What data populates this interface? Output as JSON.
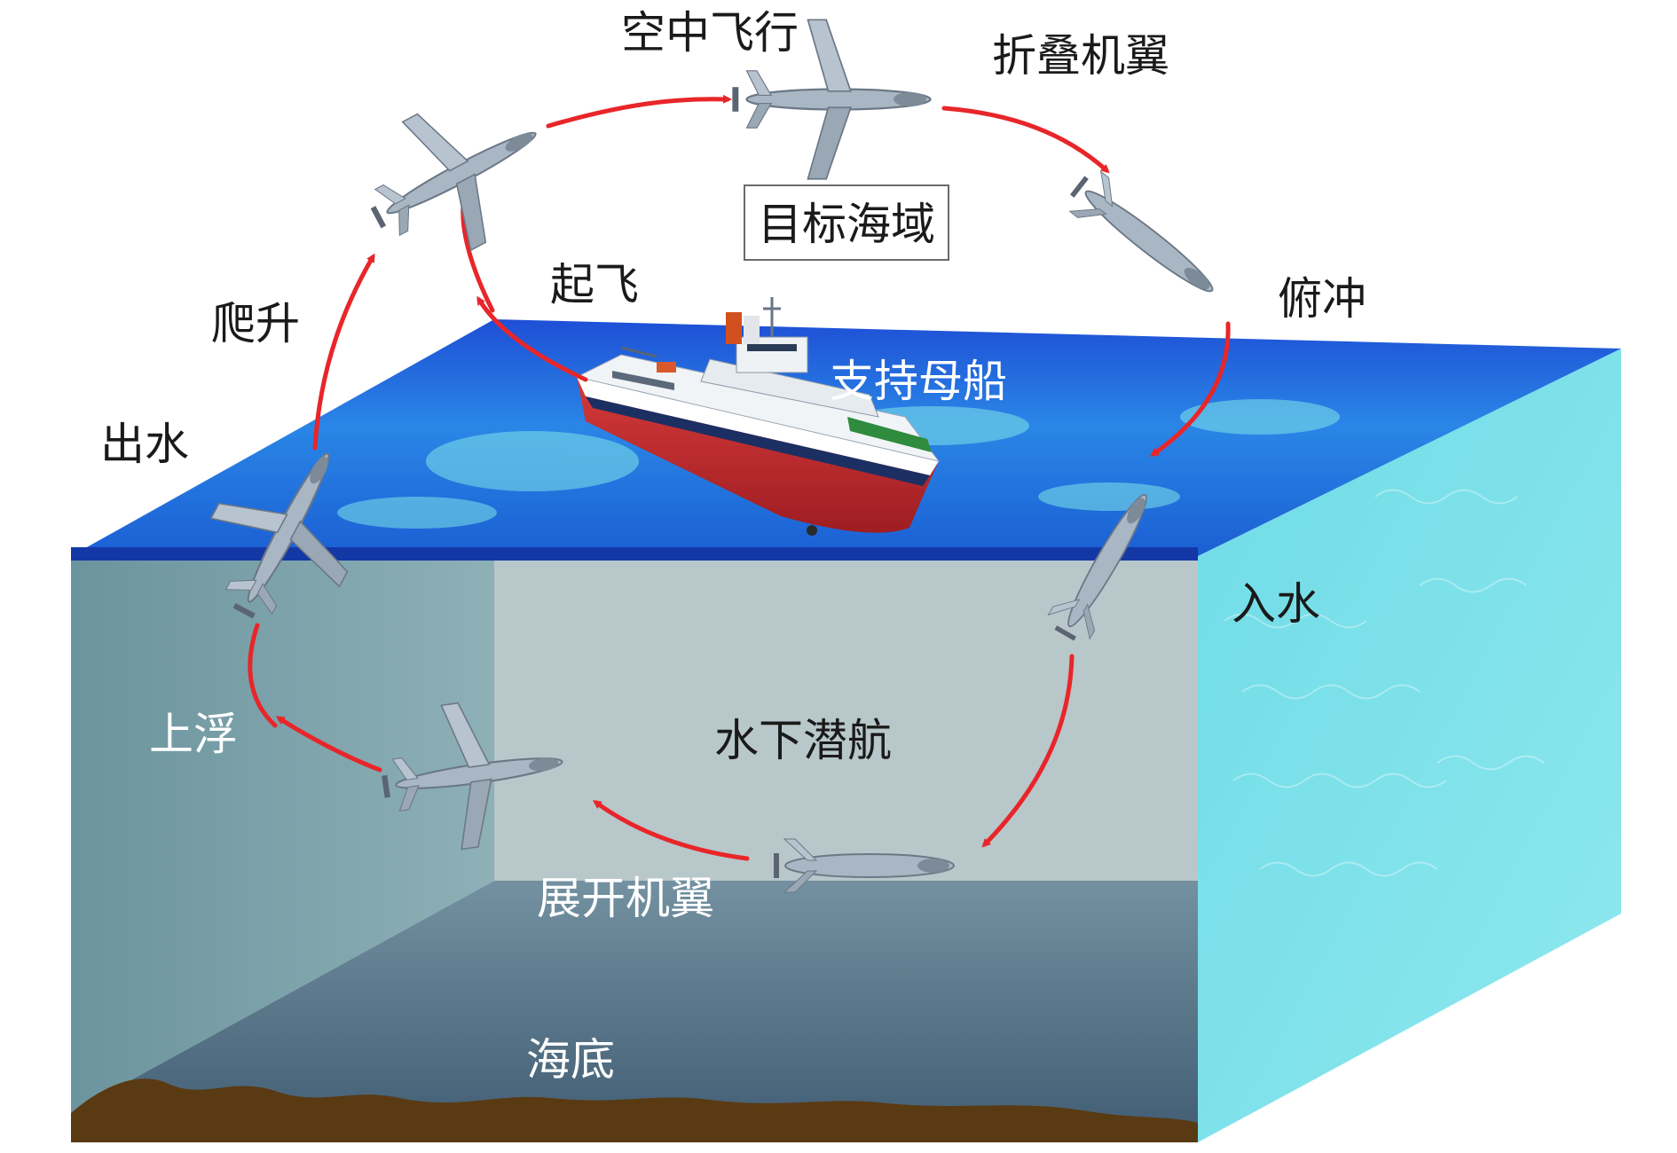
{
  "labels": {
    "air_flight": "空中飞行",
    "fold_wings": "折叠机翼",
    "target_area": "目标海域",
    "dive": "俯冲",
    "takeoff": "起飞",
    "climb": "爬升",
    "support_ship": "支持母船",
    "exit_water": "出水",
    "enter_water": "入水",
    "surface_rise": "上浮",
    "underwater_navigation": "水下潜航",
    "deploy_wings": "展开机翼",
    "seabed": "海底"
  },
  "colors": {
    "cycle_arrow": "#e8262a",
    "sea_surface_top": "#1a56d8",
    "sea_surface_light": "#5fd0e6",
    "box_left_wall": "#6f9aa3",
    "box_back_wall": "#b7c6c9",
    "box_floor": "#5b7a89",
    "box_right_wall": "#79e2ea",
    "seabed": "#5a3a12",
    "vehicle_body": "#a9b6c4"
  },
  "icons": {
    "vehicle": "cross-domain-vehicle-icon",
    "ship": "support-ship-icon"
  }
}
